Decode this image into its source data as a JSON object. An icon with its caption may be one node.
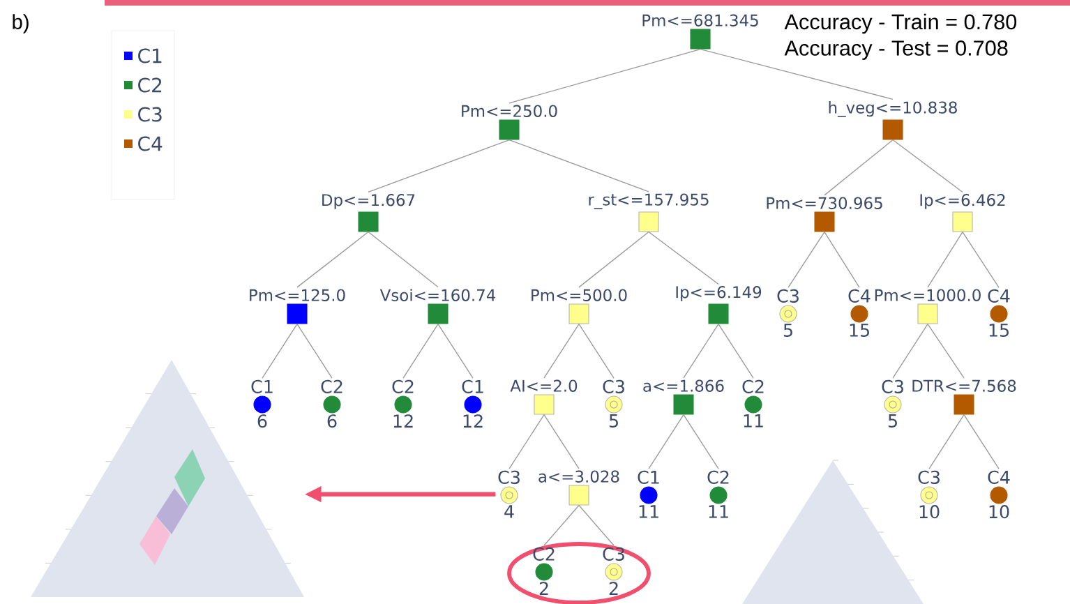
{
  "diagram": {
    "nodes": [
      {
        "text": [
          "Pm<=681.345"
        ]
      },
      {
        "text": [
          "Pm<=250.0"
        ]
      },
      {
        "text": [
          "h_veg<=10.838"
        ]
      },
      {
        "text": [
          "Dp<=1.667"
        ]
      },
      {
        "text": [
          "r_st<=157.955"
        ]
      },
      {
        "text": [
          "Pm<=730.965"
        ]
      },
      {
        "text": [
          "Ip<=6.462"
        ]
      },
      {
        "text": [
          "Pm<=125.0"
        ]
      },
      {
        "text": [
          "Vsoi<=160.74"
        ]
      },
      {
        "text": [
          "Pm<=500.0"
        ]
      },
      {
        "text": [
          "Ip<=6.149"
        ]
      },
      {
        "text": [
          "C3",
          "5"
        ]
      },
      {
        "text": [
          "C4",
          "15"
        ]
      },
      {
        "text": [
          "Pm<=1000.0"
        ]
      },
      {
        "text": [
          "C4",
          "15"
        ]
      },
      {
        "text": [
          "C1",
          "6"
        ]
      },
      {
        "text": [
          "C2",
          "6"
        ]
      },
      {
        "text": [
          "C2",
          "12"
        ]
      },
      {
        "text": [
          "C1",
          "12"
        ]
      },
      {
        "text": [
          "AI<=2.0"
        ]
      },
      {
        "text": [
          "C3",
          "5"
        ]
      },
      {
        "text": [
          "a<=1.866"
        ]
      },
      {
        "text": [
          "C2",
          "11"
        ]
      },
      {
        "text": [
          "C3",
          "5"
        ]
      },
      {
        "text": [
          "DTR<=7.568"
        ]
      },
      {
        "text": [
          "C3",
          "4"
        ]
      },
      {
        "text": [
          "a<=3.028"
        ]
      },
      {
        "text": [
          "C1",
          "11"
        ]
      },
      {
        "text": [
          "C2",
          "11"
        ]
      },
      {
        "text": [
          "C3",
          "10"
        ]
      },
      {
        "text": [
          "C4",
          "10"
        ]
      },
      {
        "text": [
          "C2",
          "2"
        ]
      },
      {
        "text": [
          "C3",
          "2"
        ]
      },
      {
        "text": [],
        "shape": "picture"
      }
    ],
    "edges": [
      {
        "from": 0,
        "to": 1,
        "arrow": "none"
      },
      {
        "from": 0,
        "to": 2,
        "arrow": "none"
      },
      {
        "from": 1,
        "to": 3,
        "arrow": "none"
      },
      {
        "from": 1,
        "to": 4,
        "arrow": "none"
      },
      {
        "from": 2,
        "to": 5,
        "arrow": "none"
      },
      {
        "from": 2,
        "to": 6,
        "arrow": "none"
      },
      {
        "from": 3,
        "to": 7,
        "arrow": "none"
      },
      {
        "from": 3,
        "to": 8,
        "arrow": "none"
      },
      {
        "from": 4,
        "to": 9,
        "arrow": "none"
      },
      {
        "from": 4,
        "to": 10,
        "arrow": "none"
      },
      {
        "from": 5,
        "to": 11,
        "arrow": "none"
      },
      {
        "from": 5,
        "to": 12,
        "arrow": "none"
      },
      {
        "from": 6,
        "to": 13,
        "arrow": "none"
      },
      {
        "from": 6,
        "to": 14,
        "arrow": "none"
      },
      {
        "from": 7,
        "to": 15,
        "arrow": "none"
      },
      {
        "from": 7,
        "to": 16,
        "arrow": "none"
      },
      {
        "from": 8,
        "to": 17,
        "arrow": "none"
      },
      {
        "from": 8,
        "to": 18,
        "arrow": "none"
      },
      {
        "from": 9,
        "to": 19,
        "arrow": "none"
      },
      {
        "from": 9,
        "to": 20,
        "arrow": "none"
      },
      {
        "from": 10,
        "to": 21,
        "arrow": "none"
      },
      {
        "from": 10,
        "to": 22,
        "arrow": "none"
      },
      {
        "from": 13,
        "to": 23,
        "arrow": "none"
      },
      {
        "from": 13,
        "to": 24,
        "arrow": "none"
      },
      {
        "from": 19,
        "to": 25,
        "arrow": "none"
      },
      {
        "from": 19,
        "to": 26,
        "arrow": "none"
      },
      {
        "from": 21,
        "to": 27,
        "arrow": "none"
      },
      {
        "from": 21,
        "to": 28,
        "arrow": "none"
      },
      {
        "from": 24,
        "to": 29,
        "arrow": "none"
      },
      {
        "from": 24,
        "to": 30,
        "arrow": "none"
      },
      {
        "from": 26,
        "to": 31,
        "arrow": "none"
      },
      {
        "from": 26,
        "to": 32,
        "arrow": "none"
      },
      {
        "from": 25,
        "to": 33,
        "arrow": "to",
        "style": "thick",
        "color": "#f0506e"
      }
    ],
    "labels": [
      "b)",
      "Accuracy - Train = 0.780",
      "Accuracy - Test = 0.708"
    ],
    "legend": [
      {
        "text": "C1",
        "color": "#0000ff"
      },
      {
        "text": "C2",
        "color": "#228b3a"
      },
      {
        "text": "C3",
        "color": "#ffff8c"
      },
      {
        "text": "C4",
        "color": "#b35a00"
      }
    ]
  }
}
